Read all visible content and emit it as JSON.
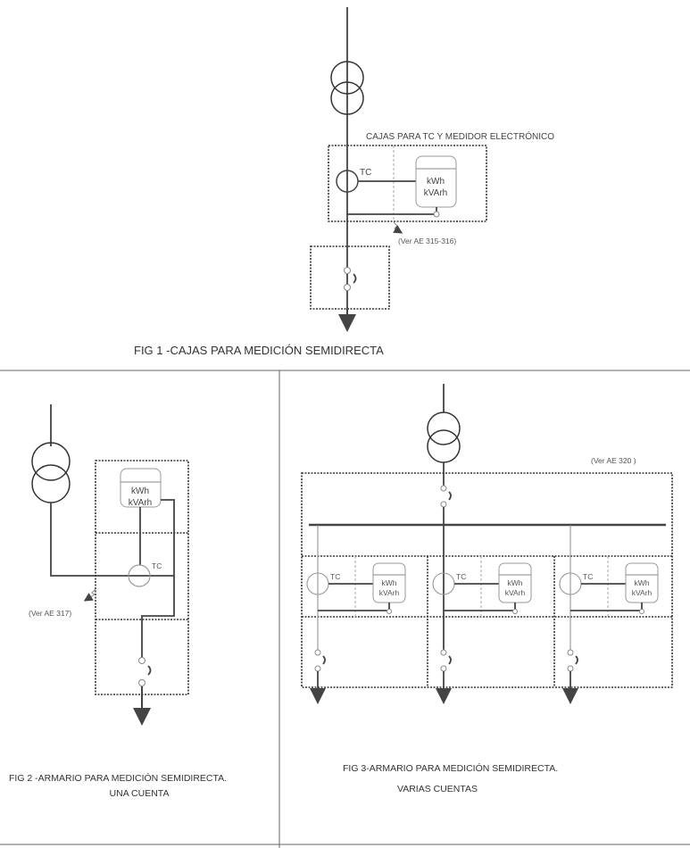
{
  "fig1": {
    "caption": "FIG 1 -CAJAS PARA MEDICIÓN SEMIDIRECTA",
    "box_label": "CAJAS PARA TC Y MEDIDOR ELECTRÓNICO",
    "tc": "TC",
    "meter": [
      "kWh",
      "kVArh"
    ],
    "ref": "(Ver AE 315-316)"
  },
  "fig2": {
    "caption_line1": "FIG 2 -ARMARIO PARA MEDICIÓN SEMIDIRECTA.",
    "caption_line2": "UNA CUENTA",
    "tc": "TC",
    "meter": [
      "kWh",
      "kVArh"
    ],
    "ref": "(Ver AE 317)"
  },
  "fig3": {
    "caption_line1": "FIG 3-ARMARIO PARA MEDICIÓN SEMIDIRECTA.",
    "caption_line2": "VARIAS CUENTAS",
    "ref": "(Ver AE 320 )",
    "cells": [
      {
        "tc": "TC",
        "meter": [
          "kWh",
          "kVArh"
        ]
      },
      {
        "tc": "TC",
        "meter": [
          "kWh",
          "kVArh"
        ]
      },
      {
        "tc": "TC",
        "meter": [
          "kWh",
          "kVArh"
        ]
      }
    ]
  }
}
